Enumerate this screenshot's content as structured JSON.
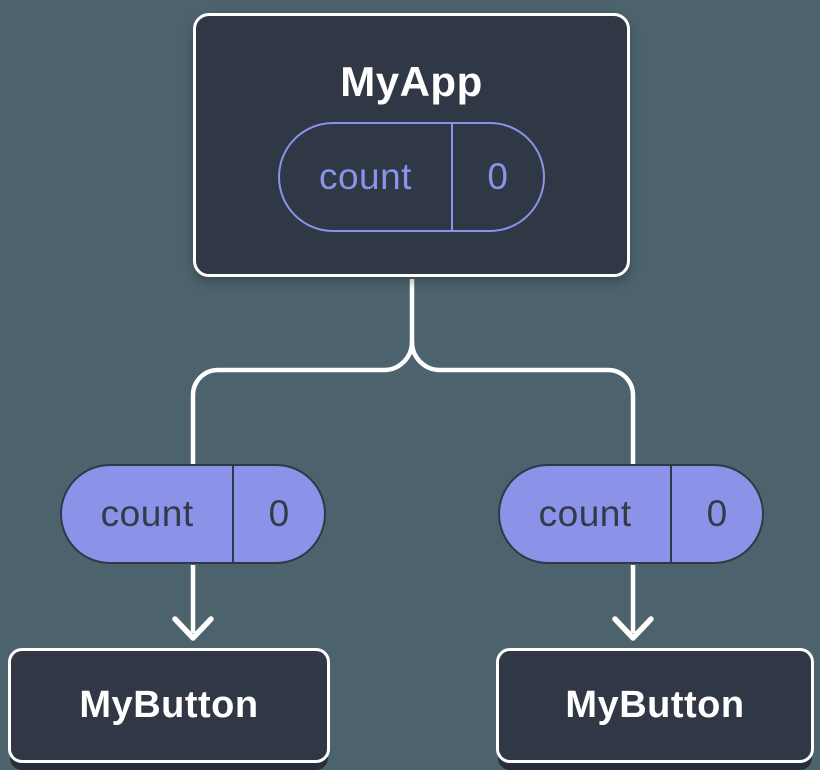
{
  "diagram": {
    "title": "component-tree-with-count-prop",
    "root": {
      "label": "MyApp",
      "prop": {
        "name": "count",
        "value": "0"
      }
    },
    "children": [
      {
        "label": "MyButton",
        "prop": {
          "name": "count",
          "value": "0"
        }
      },
      {
        "label": "MyButton",
        "prop": {
          "name": "count",
          "value": "0"
        }
      }
    ]
  },
  "colors": {
    "background": "#4c636d",
    "node-fill": "#313845",
    "node-border": "#ffffff",
    "connector": "#ffffff",
    "pill-purple": "#8b93e9",
    "pill-outline-purple": "#8a93ea",
    "pill-dark-text": "#333a48"
  }
}
